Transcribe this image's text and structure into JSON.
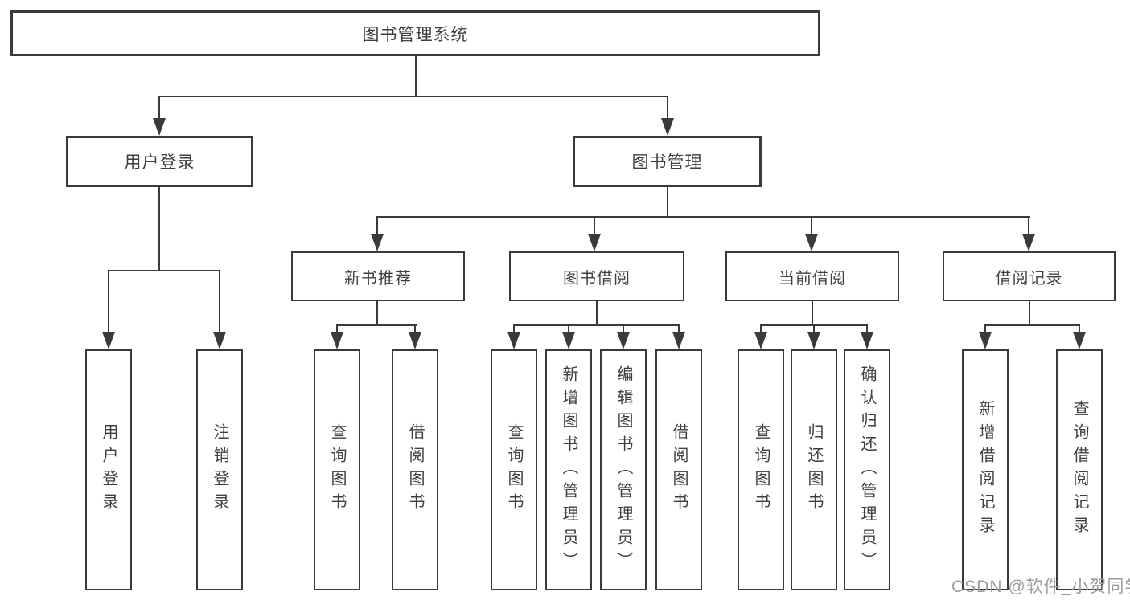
{
  "diagram": {
    "root": {
      "label": "图书管理系统"
    },
    "level1": {
      "user_login": {
        "label": "用户登录"
      },
      "book_management": {
        "label": "图书管理"
      }
    },
    "level2": {
      "new_book_recommend": {
        "label": "新书推荐"
      },
      "book_borrow": {
        "label": "图书借阅"
      },
      "current_borrow": {
        "label": "当前借阅"
      },
      "borrow_records": {
        "label": "借阅记录"
      }
    },
    "leaves": {
      "user_login": [
        "用户登录",
        "注销登录"
      ],
      "new_book_recommend": [
        "查询图书",
        "借阅图书"
      ],
      "book_borrow": [
        "查询图书",
        "新增图书（管理员）",
        "编辑图书（管理员）",
        "借阅图书"
      ],
      "current_borrow": [
        "查询图书",
        "归还图书",
        "确认归还（管理员）"
      ],
      "borrow_records": [
        "新增借阅记录",
        "查询借阅记录"
      ]
    },
    "colors": {
      "line": "#3a3a3a",
      "text": "#3f3f3f",
      "watermark": "#9d9d9d"
    },
    "watermark": "CSDN @软件_小贺同学"
  }
}
